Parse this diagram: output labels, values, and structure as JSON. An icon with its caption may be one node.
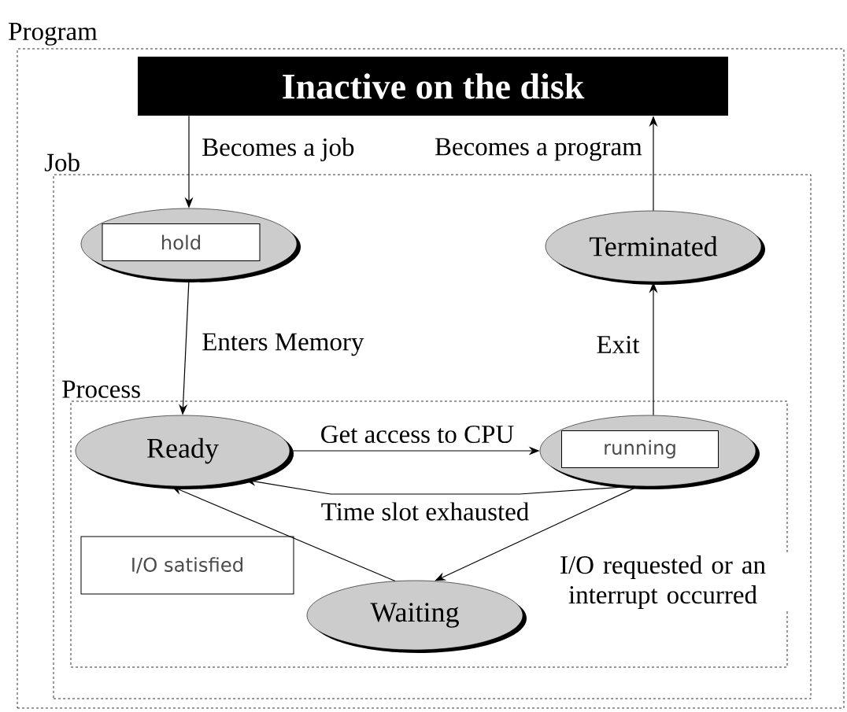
{
  "diagram": {
    "nodes": [
      {
        "text": [
          "Program"
        ]
      },
      {
        "text": [
          "Inactive on the disk"
        ],
        "in": 0
      },
      {
        "text": [
          "Job"
        ],
        "in": 0
      },
      {
        "text": [
          "hold"
        ],
        "in": 2
      },
      {
        "text": [
          "Terminated"
        ],
        "in": 2
      },
      {
        "text": [
          "Process"
        ],
        "in": 2
      },
      {
        "text": [
          "Ready"
        ],
        "in": 5
      },
      {
        "text": [
          "running"
        ],
        "in": 5
      },
      {
        "text": [
          "Waiting"
        ],
        "in": 5
      },
      {
        "text": [
          "I/O satisfied"
        ],
        "in": 5
      }
    ],
    "edges": [
      {
        "from": 1,
        "to": 3,
        "arrow": "to",
        "label": "Becomes a job"
      },
      {
        "from": 3,
        "to": 6,
        "arrow": "to",
        "label": "Enters Memory"
      },
      {
        "from": 6,
        "to": 7,
        "arrow": "to",
        "label": "Get access to CPU"
      },
      {
        "from": 7,
        "to": 6,
        "arrow": "to",
        "label": "Time slot exhausted"
      },
      {
        "from": 7,
        "to": 8,
        "arrow": "to",
        "label": "I/O requested or an interrupt occurred"
      },
      {
        "from": 8,
        "to": 6,
        "arrow": "to"
      },
      {
        "from": 7,
        "to": 4,
        "arrow": "to",
        "label": "Exit"
      },
      {
        "from": 4,
        "to": 1,
        "arrow": "to",
        "label": "Becomes a program"
      }
    ]
  }
}
